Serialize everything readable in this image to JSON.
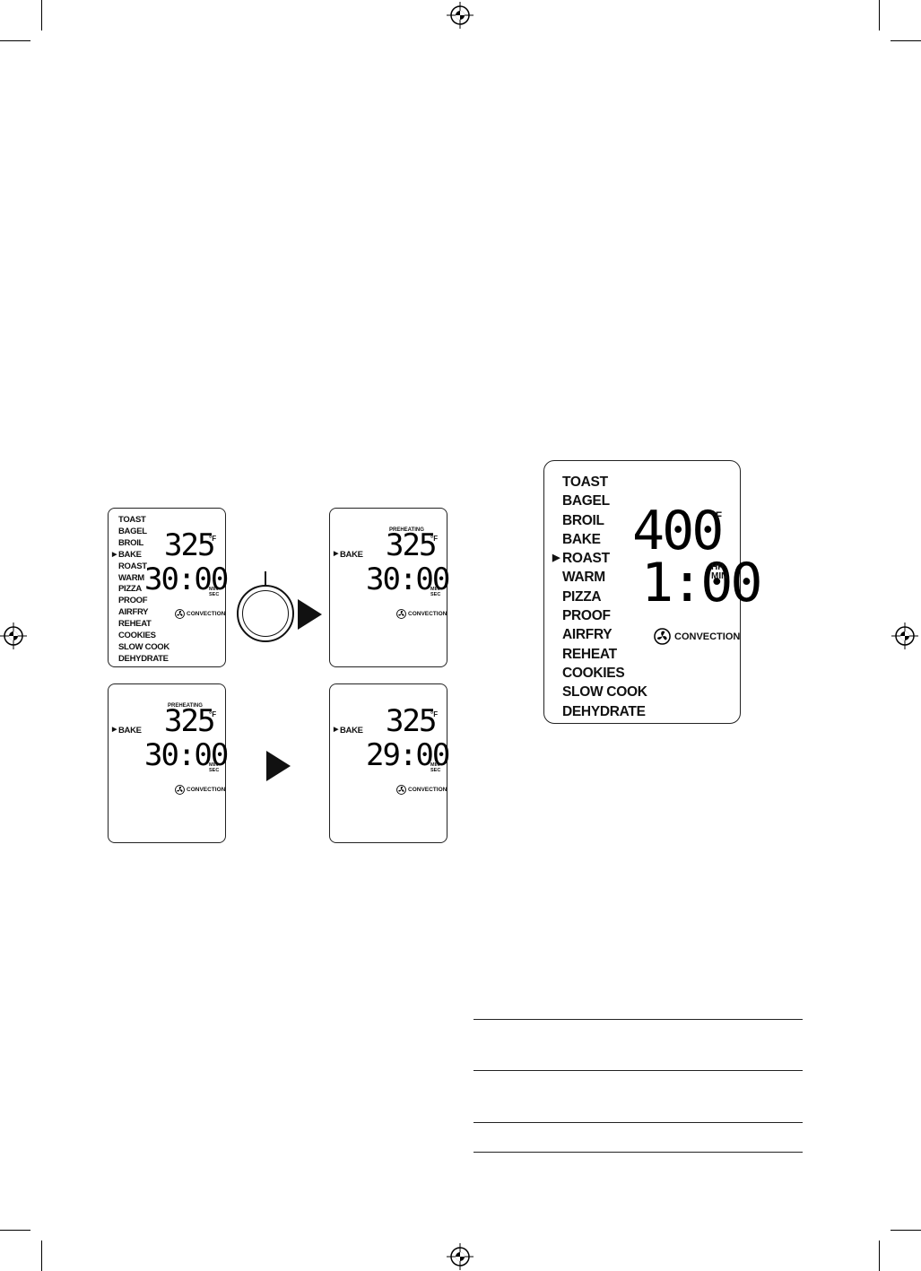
{
  "menu_items": [
    "TOAST",
    "BAGEL",
    "BROIL",
    "BAKE",
    "ROAST",
    "WARM",
    "PIZZA",
    "PROOF",
    "AIRFRY",
    "REHEAT",
    "COOKIES",
    "SLOW COOK",
    "DEHYDRATE"
  ],
  "panel_a": {
    "temp": "325",
    "temp_unit": "°F",
    "time": "30:00",
    "time_unit_1": "MIN",
    "time_unit_2": "SEC",
    "convection": "CONVECTION",
    "selected": "BAKE"
  },
  "panel_b": {
    "status": "PREHEATING",
    "selected": "BAKE",
    "temp": "325",
    "temp_unit": "°F",
    "time": "30:00",
    "time_unit_1": "MIN",
    "time_unit_2": "SEC",
    "convection": "CONVECTION"
  },
  "panel_c": {
    "status": "PREHEATING",
    "selected": "BAKE",
    "temp": "325",
    "temp_unit": "°F",
    "time": "30:00",
    "time_unit_1": "MIN",
    "time_unit_2": "SEC",
    "convection": "CONVECTION"
  },
  "panel_d": {
    "selected": "BAKE",
    "temp": "325",
    "temp_unit": "°F",
    "time": "29:00",
    "time_unit_1": "MIN",
    "time_unit_2": "SEC",
    "convection": "CONVECTION"
  },
  "panel_e": {
    "temp": "400",
    "temp_unit": "°F",
    "time": "1:00",
    "time_unit_1": "HR",
    "time_unit_2": "MIN",
    "convection": "CONVECTION",
    "selected": "ROAST"
  },
  "pointer_glyph": "▶"
}
